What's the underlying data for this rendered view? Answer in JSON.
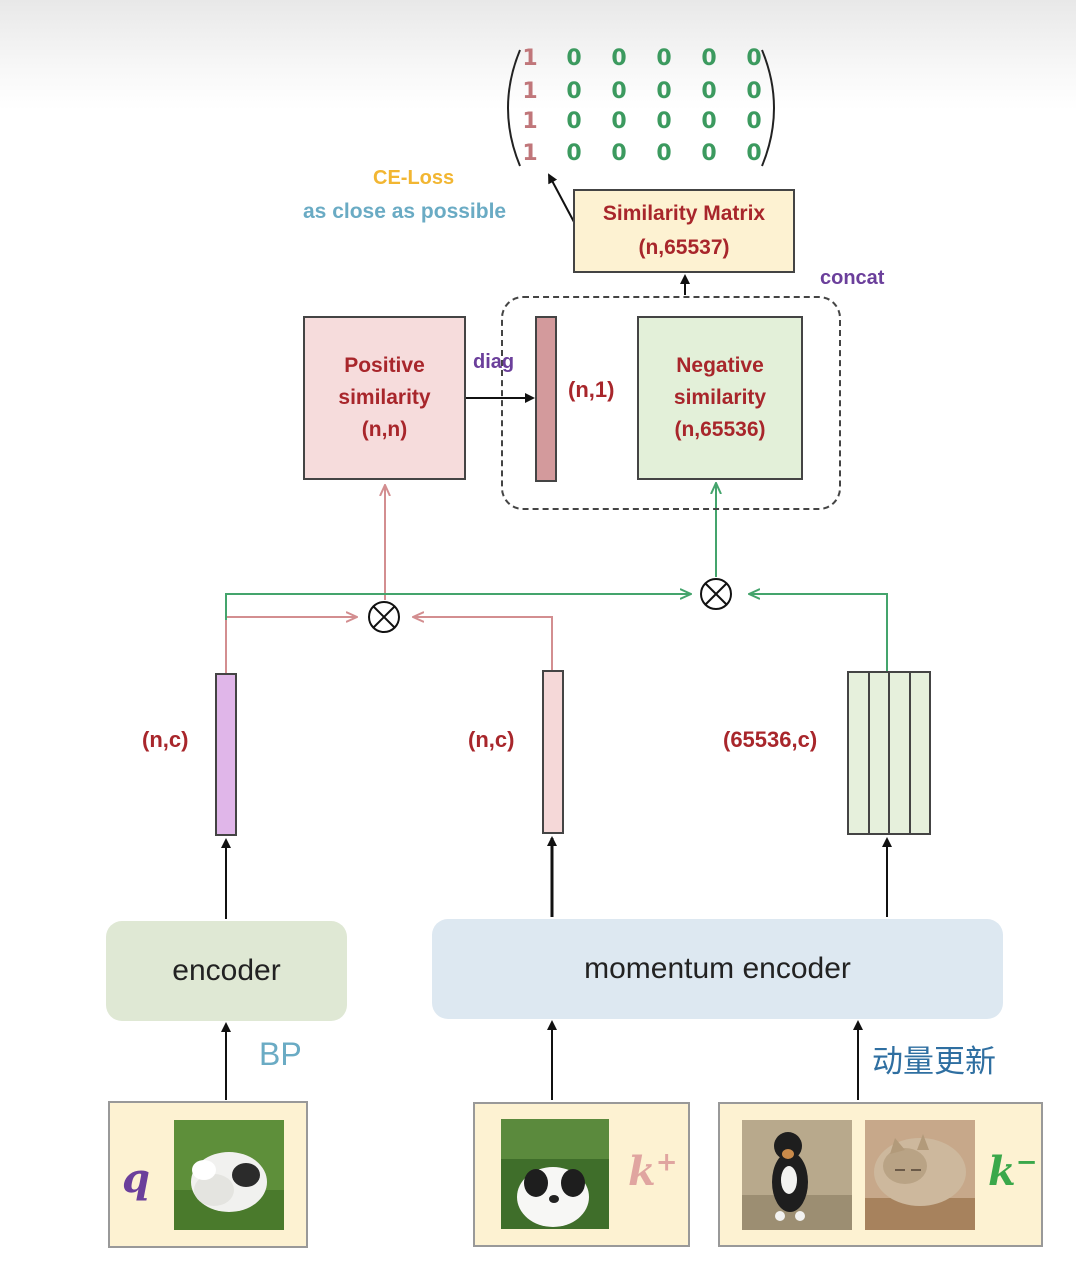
{
  "matrix": {
    "rows": [
      [
        "1",
        "0",
        "0",
        "0",
        "0",
        "0"
      ],
      [
        "1",
        "0",
        "0",
        "0",
        "0",
        "0"
      ],
      [
        "1",
        "0",
        "0",
        "0",
        "0",
        "0"
      ],
      [
        "1",
        "0",
        "0",
        "0",
        "0",
        "0"
      ]
    ]
  },
  "labels": {
    "ce_loss": "CE-Loss",
    "as_close": "as close as possible",
    "concat": "concat",
    "diag": "diag",
    "n1": "(n,1)",
    "q_dim": "(n,c)",
    "kp_dim": "(n,c)",
    "queue_dim": "(65536,c)",
    "bp": "BP",
    "momentum_update": "动量更新"
  },
  "boxes": {
    "similarity_matrix": {
      "title": "Similarity Matrix",
      "shape": "(n,65537)"
    },
    "positive": {
      "line1": "Positive",
      "line2": "similarity",
      "shape": "(n,n)"
    },
    "negative": {
      "line1": "Negative",
      "line2": "similarity",
      "shape": "(n,65536)"
    }
  },
  "encoders": {
    "encoder": "encoder",
    "momentum": "momentum encoder"
  },
  "inputs": {
    "q": "q",
    "k_pos_base": "k",
    "k_pos_sup": "+",
    "k_neg_base": "k",
    "k_neg_sup": "−"
  },
  "colors": {
    "pink_line": "#d38e90",
    "green_line": "#44a46c",
    "q_var": "#6b3f9b",
    "kpos_var": "#e0a5a0",
    "kneg_var": "#3aa84a"
  },
  "icons": {
    "mult": "circled-times-icon",
    "dog": "dog-photo",
    "cat": "cat-photo"
  }
}
